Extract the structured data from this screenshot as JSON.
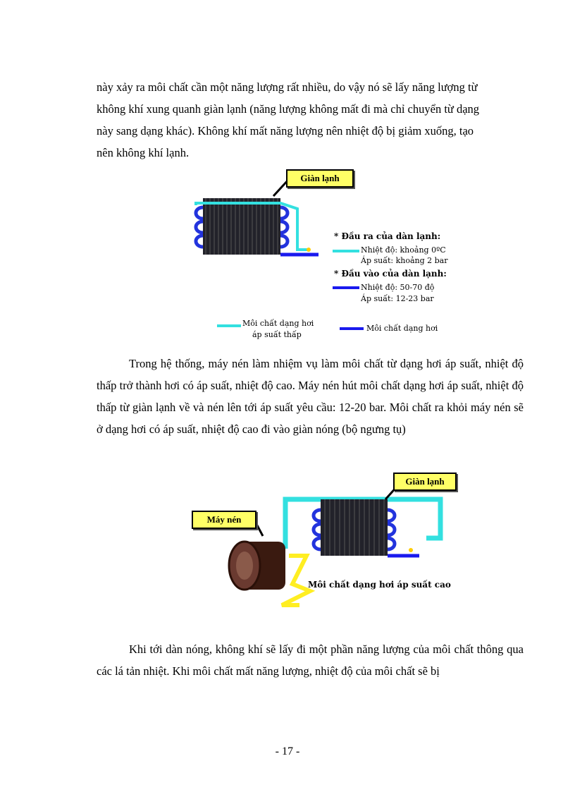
{
  "paragraphs": {
    "p1_lines": [
      "này xảy ra môi chất cần một năng lượng rất nhiều, do vậy nó sẽ lấy năng lượng từ",
      "không khí xung quanh giàn lạnh (năng lượng không mất đi mà chỉ chuyển từ dạng",
      "này sang dạng khác). Không khí mất năng lượng nên nhiệt độ bị giảm xuống, tạo",
      "nên không khí lạnh."
    ],
    "p2": "Trong hệ thống, máy nén làm nhiệm vụ làm môi chất từ dạng hơi áp suất, nhiệt độ thấp trở thành hơi có áp suất, nhiệt độ cao. Máy nén hút môi chất dạng hơi áp suất, nhiệt độ thấp từ giàn lạnh về và nén lên tới áp suất yêu cầu: 12-20 bar. Môi chất ra khỏi máy nén sẽ ở dạng hơi có áp suất, nhiệt độ cao đi vào giàn nóng (bộ ngưng tụ)",
    "p3": "Khi tới dàn nóng, không khí sẽ lấy đi một phần năng lượng của môi chất thông qua các lá tản nhiệt. Khi môi chất mất năng lượng, nhiệt độ của môi chất sẽ bị"
  },
  "figure1": {
    "callout": "Giàn lạnh",
    "outlet_heading": "* Đầu ra của dàn lạnh:",
    "outlet_temp": "Nhiệt độ: khoảng 0ºC",
    "outlet_pressure": "Áp suất: khoảng 2 bar",
    "inlet_heading": "* Đầu vào của dàn lạnh:",
    "inlet_temp": "Nhiệt độ: 50-70 độ",
    "inlet_pressure": "Áp suất: 12-23 bar",
    "legend_low_line1": "Môi chất dạng hơi",
    "legend_low_line2": "áp suất thấp",
    "legend_high": "Môi chất dạng hơi",
    "colors": {
      "low_pressure": "#33e0e0",
      "high_pressure": "#1a1aee",
      "callout": "#ffff66"
    }
  },
  "figure2": {
    "callout_evap": "Giàn lạnh",
    "callout_comp": "Máy nén",
    "label_high": "Môi chất dạng hơi  áp suất cao",
    "colors": {
      "pipe_low": "#33e0e0",
      "pipe_high_gas": "#ffee22",
      "pipe_high": "#1a1aee"
    }
  },
  "page_number": "- 17 -"
}
